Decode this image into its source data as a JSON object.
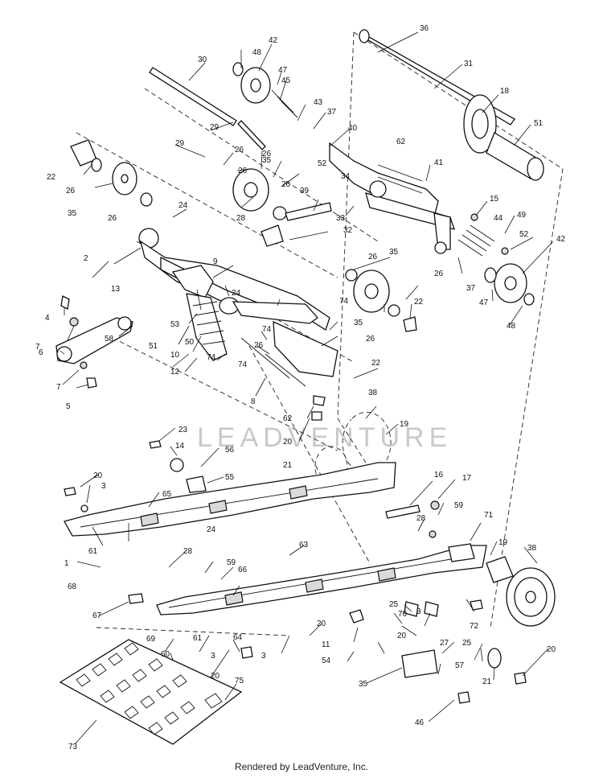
{
  "watermark": "LEADVENTURE",
  "footer": "Rendered by LeadVenture, Inc.",
  "callouts": [
    {
      "id": "c1",
      "n": "1"
    },
    {
      "id": "c2",
      "n": "2"
    },
    {
      "id": "c3a",
      "n": "3"
    },
    {
      "id": "c3b",
      "n": "3"
    },
    {
      "id": "c3c",
      "n": "3"
    },
    {
      "id": "c3d",
      "n": "3"
    },
    {
      "id": "c4",
      "n": "4"
    },
    {
      "id": "c5",
      "n": "5"
    },
    {
      "id": "c6",
      "n": "6"
    },
    {
      "id": "c7a",
      "n": "7"
    },
    {
      "id": "c7b",
      "n": "7"
    },
    {
      "id": "c8",
      "n": "8"
    },
    {
      "id": "c9",
      "n": "9"
    },
    {
      "id": "c10",
      "n": "10"
    },
    {
      "id": "c11",
      "n": "11"
    },
    {
      "id": "c12",
      "n": "12"
    },
    {
      "id": "c13",
      "n": "13"
    },
    {
      "id": "c14",
      "n": "14"
    },
    {
      "id": "c15",
      "n": "15"
    },
    {
      "id": "c16",
      "n": "16"
    },
    {
      "id": "c17",
      "n": "17"
    },
    {
      "id": "c18",
      "n": "18"
    },
    {
      "id": "c19a",
      "n": "19"
    },
    {
      "id": "c19b",
      "n": "19"
    },
    {
      "id": "c20a",
      "n": "20"
    },
    {
      "id": "c20b",
      "n": "20"
    },
    {
      "id": "c20c",
      "n": "20"
    },
    {
      "id": "c20d",
      "n": "20"
    },
    {
      "id": "c20e",
      "n": "20"
    },
    {
      "id": "c20f",
      "n": "20"
    },
    {
      "id": "c21a",
      "n": "21"
    },
    {
      "id": "c21b",
      "n": "21"
    },
    {
      "id": "c22a",
      "n": "22"
    },
    {
      "id": "c22b",
      "n": "22"
    },
    {
      "id": "c22c",
      "n": "22"
    },
    {
      "id": "c23",
      "n": "23"
    },
    {
      "id": "c24a",
      "n": "24"
    },
    {
      "id": "c24b",
      "n": "24"
    },
    {
      "id": "c24c",
      "n": "24"
    },
    {
      "id": "c25a",
      "n": "25"
    },
    {
      "id": "c25b",
      "n": "25"
    },
    {
      "id": "c26a",
      "n": "26"
    },
    {
      "id": "c26b",
      "n": "26"
    },
    {
      "id": "c26c",
      "n": "26"
    },
    {
      "id": "c26d",
      "n": "26"
    },
    {
      "id": "c26e",
      "n": "26"
    },
    {
      "id": "c26f",
      "n": "26"
    },
    {
      "id": "c26g",
      "n": "26"
    },
    {
      "id": "c26h",
      "n": "26"
    },
    {
      "id": "c27",
      "n": "27"
    },
    {
      "id": "c28a",
      "n": "28"
    },
    {
      "id": "c28b",
      "n": "28"
    },
    {
      "id": "c28c",
      "n": "28"
    },
    {
      "id": "c29a",
      "n": "29"
    },
    {
      "id": "c29b",
      "n": "29"
    },
    {
      "id": "c30",
      "n": "30"
    },
    {
      "id": "c31",
      "n": "31"
    },
    {
      "id": "c32",
      "n": "32"
    },
    {
      "id": "c33",
      "n": "33"
    },
    {
      "id": "c34",
      "n": "34"
    },
    {
      "id": "c35a",
      "n": "35"
    },
    {
      "id": "c35b",
      "n": "35"
    },
    {
      "id": "c35c",
      "n": "35"
    },
    {
      "id": "c35d",
      "n": "35"
    },
    {
      "id": "c35e",
      "n": "35"
    },
    {
      "id": "c36",
      "n": "36"
    },
    {
      "id": "c37a",
      "n": "37"
    },
    {
      "id": "c37b",
      "n": "37"
    },
    {
      "id": "c38a",
      "n": "38"
    },
    {
      "id": "c38b",
      "n": "38"
    },
    {
      "id": "c39",
      "n": "39"
    },
    {
      "id": "c40",
      "n": "40"
    },
    {
      "id": "c41",
      "n": "41"
    },
    {
      "id": "c42a",
      "n": "42"
    },
    {
      "id": "c42b",
      "n": "42"
    },
    {
      "id": "c43",
      "n": "43"
    },
    {
      "id": "c44",
      "n": "44"
    },
    {
      "id": "c45",
      "n": "45"
    },
    {
      "id": "c46",
      "n": "46"
    },
    {
      "id": "c47a",
      "n": "47"
    },
    {
      "id": "c47b",
      "n": "47"
    },
    {
      "id": "c48a",
      "n": "48"
    },
    {
      "id": "c48b",
      "n": "48"
    },
    {
      "id": "c49",
      "n": "49"
    },
    {
      "id": "c50",
      "n": "50"
    },
    {
      "id": "c51a",
      "n": "51"
    },
    {
      "id": "c51b",
      "n": "51"
    },
    {
      "id": "c52a",
      "n": "52"
    },
    {
      "id": "c52b",
      "n": "52"
    },
    {
      "id": "c53",
      "n": "53"
    },
    {
      "id": "c54",
      "n": "54"
    },
    {
      "id": "c55",
      "n": "55"
    },
    {
      "id": "c56",
      "n": "56"
    },
    {
      "id": "c57",
      "n": "57"
    },
    {
      "id": "c58",
      "n": "58"
    },
    {
      "id": "c59a",
      "n": "59"
    },
    {
      "id": "c59b",
      "n": "59"
    },
    {
      "id": "c60",
      "n": "60"
    },
    {
      "id": "c61a",
      "n": "61"
    },
    {
      "id": "c61b",
      "n": "61"
    },
    {
      "id": "c62a",
      "n": "62"
    },
    {
      "id": "c62b",
      "n": "62"
    },
    {
      "id": "c63",
      "n": "63"
    },
    {
      "id": "c64",
      "n": "64"
    },
    {
      "id": "c65",
      "n": "65"
    },
    {
      "id": "c66",
      "n": "66"
    },
    {
      "id": "c67",
      "n": "67"
    },
    {
      "id": "c68",
      "n": "68"
    },
    {
      "id": "c69",
      "n": "69"
    },
    {
      "id": "c70",
      "n": "70"
    },
    {
      "id": "c71",
      "n": "71"
    },
    {
      "id": "c72",
      "n": "72"
    },
    {
      "id": "c73",
      "n": "73"
    },
    {
      "id": "c74a",
      "n": "74"
    },
    {
      "id": "c74b",
      "n": "74"
    },
    {
      "id": "c74c",
      "n": "74"
    },
    {
      "id": "c75",
      "n": "75"
    }
  ]
}
